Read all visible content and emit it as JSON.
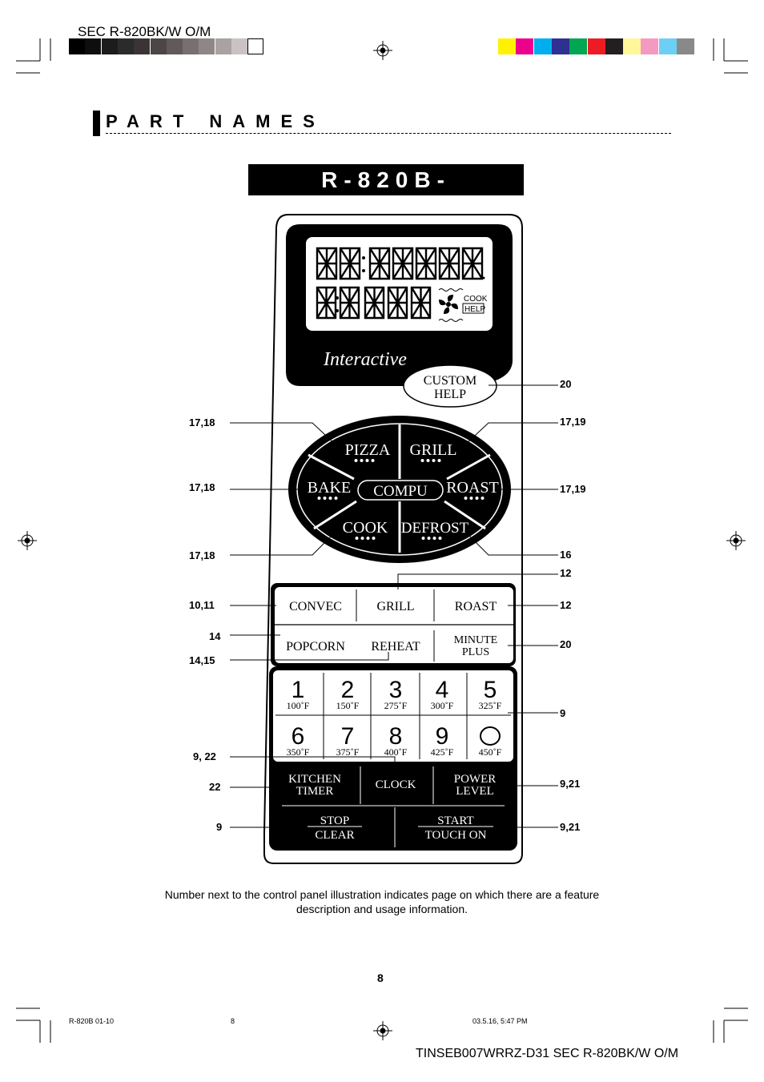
{
  "header": {
    "doc_id": "SEC R-820BK/W O/M",
    "strip_left": [
      "#000000",
      "#0e0e0e",
      "#1c1c1c",
      "#2b2b2b",
      "#3a3434",
      "#4d4646",
      "#625a5a",
      "#787070",
      "#8f8787",
      "#aaa2a2",
      "#c9c3c3",
      "#ffffff"
    ],
    "strip_right": [
      "#fff200",
      "#ec008c",
      "#00aeef",
      "#2e3192",
      "#00a651",
      "#ed1c24",
      "#231f20",
      "#fff799",
      "#f49ac1",
      "#6dcff6",
      "#898989"
    ]
  },
  "section": {
    "title": "PART NAMES"
  },
  "model": {
    "label": "R-820B-"
  },
  "panel": {
    "display": {
      "brand": "Interactive",
      "cook_label": "COOK",
      "help_label": "HELP"
    },
    "custom_help": {
      "line1": "CUSTOM",
      "line2": "HELP"
    },
    "compu": {
      "pizza": "PIZZA",
      "grill": "GRILL",
      "bake": "BAKE",
      "compu": "COMPU",
      "roast": "ROAST",
      "cook": "COOK",
      "defrost": "DEFROST"
    },
    "row1": {
      "convec": "CONVEC",
      "grill": "GRILL",
      "roast": "ROAST"
    },
    "row2": {
      "popcorn": "POPCORN",
      "reheat": "REHEAT",
      "minute_line1": "MINUTE",
      "minute_line2": "PLUS"
    },
    "keypad": [
      {
        "digit": "1",
        "temp": "100˚F"
      },
      {
        "digit": "2",
        "temp": "150˚F"
      },
      {
        "digit": "3",
        "temp": "275˚F"
      },
      {
        "digit": "4",
        "temp": "300˚F"
      },
      {
        "digit": "5",
        "temp": "325˚F"
      },
      {
        "digit": "6",
        "temp": "350˚F"
      },
      {
        "digit": "7",
        "temp": "375˚F"
      },
      {
        "digit": "8",
        "temp": "400˚F"
      },
      {
        "digit": "9",
        "temp": "425˚F"
      },
      {
        "digit": "0",
        "temp": "450˚F"
      }
    ],
    "bottom": {
      "kitchen1": "KITCHEN",
      "kitchen2": "TIMER",
      "clock": "CLOCK",
      "power1": "POWER",
      "power2": "LEVEL",
      "stop1": "STOP",
      "stop2": "CLEAR",
      "start1": "START",
      "start2": "TOUCH ON"
    }
  },
  "references": {
    "custom_help": "20",
    "pizza": "17,18",
    "grill": "17,19",
    "bake": "17,18",
    "roast": "17,19",
    "cook": "17,18",
    "defrost": "16",
    "grill_top": "12",
    "convec": "10,11",
    "roast_row": "12",
    "popcorn": "14",
    "reheat": "14,15",
    "minute_plus": "20",
    "number_pads": "9",
    "clock": "9, 22",
    "kitchen_timer": "22",
    "power_level": "9,21",
    "stop_clear": "9",
    "start": "9,21"
  },
  "caption": {
    "line1": "Number next to the control panel illustration indicates page on which there are a feature",
    "line2": "description and usage information."
  },
  "footer": {
    "page_number": "8",
    "file_id": "R-820B 01-10",
    "page_small": "8",
    "timestamp": "03.5.16, 5:47 PM",
    "doc_code": "TINSEB007WRRZ-D31 SEC R-820BK/W O/M"
  }
}
